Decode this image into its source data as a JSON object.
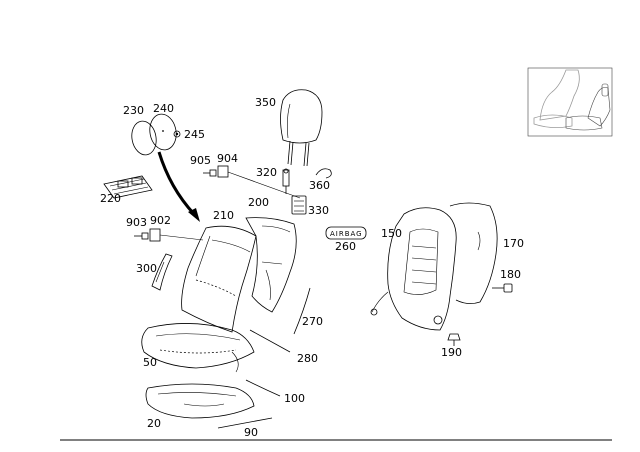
{
  "callouts": {
    "c230": "230",
    "c240": "240",
    "c245": "245",
    "c350": "350",
    "c905": "905",
    "c904": "904",
    "c320": "320",
    "c360": "360",
    "c220": "220",
    "c330": "330",
    "c903": "903",
    "c902": "902",
    "c210": "210",
    "c200": "200",
    "c260": "260",
    "c150": "150",
    "c170": "170",
    "c300": "300",
    "c180": "180",
    "c270": "270",
    "c190": "190",
    "c50": "50",
    "c280": "280",
    "c100": "100",
    "c20": "20",
    "c90": "90"
  },
  "airbag_label": "AIRBAG"
}
